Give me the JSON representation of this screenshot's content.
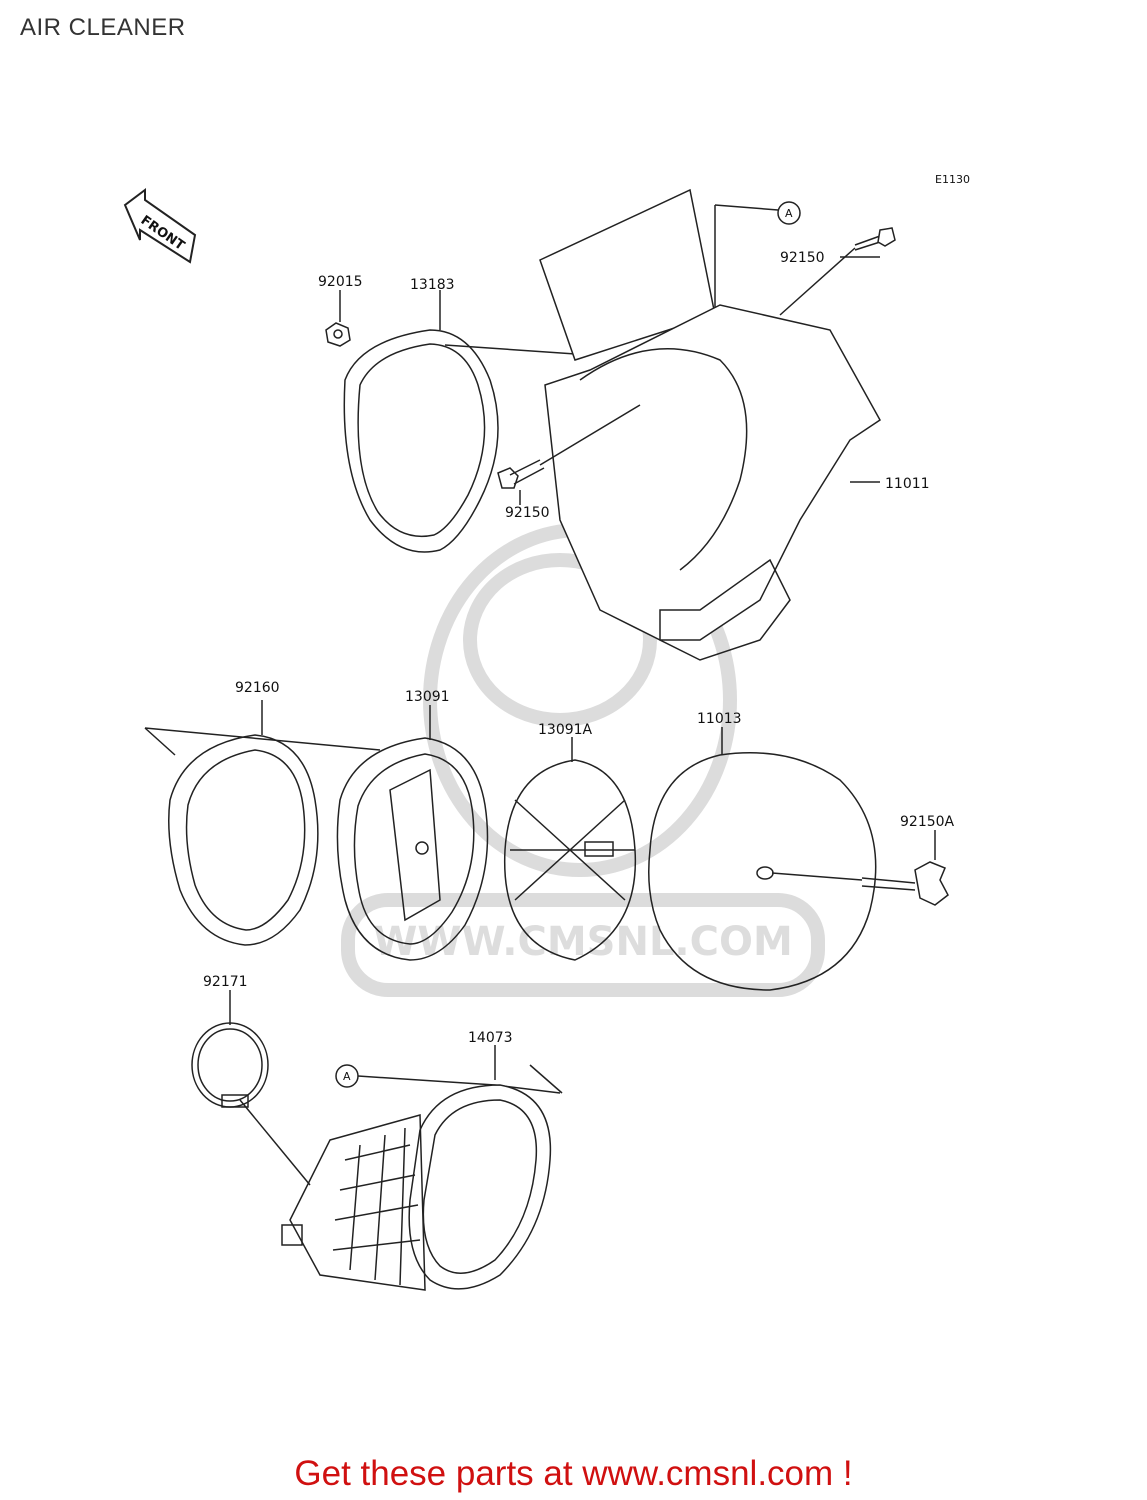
{
  "page": {
    "title": "AIR CLEANER"
  },
  "diagram": {
    "code": "E1130",
    "front_label": "FRONT",
    "ref_marker": "A",
    "watermark": "WWW.CMSNL.COM",
    "callouts": {
      "p92015": "92015",
      "p13183": "13183",
      "p92150_top": "92150",
      "p92150_mid": "92150",
      "p11011": "11011",
      "p92160": "92160",
      "p13091": "13091",
      "p13091A": "13091A",
      "p11013": "11013",
      "p92150A": "92150A",
      "p92171": "92171",
      "p14073": "14073"
    }
  },
  "footer": {
    "text": "Get these parts at www.cmsnl.com !"
  },
  "colors": {
    "ink": "#222222",
    "footer": "#d01010",
    "watermark": "#d8d8d8"
  }
}
